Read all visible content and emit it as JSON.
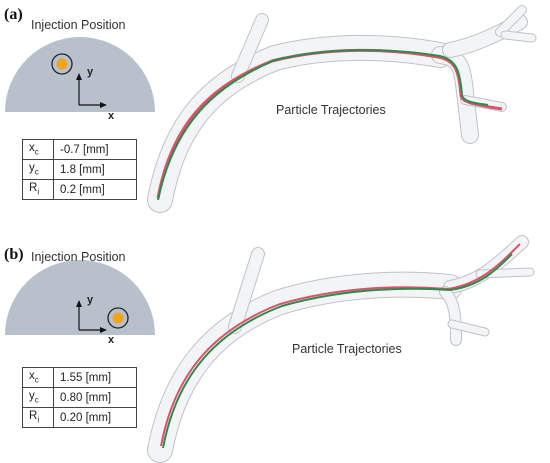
{
  "panels": [
    {
      "label": "(a)",
      "injection_title": "Injection Position",
      "axis_x": "x",
      "axis_y": "y",
      "trajectory_label": "Particle Trajectories",
      "params": [
        {
          "sym": "x",
          "sub": "c",
          "value": "-0.7 [mm]"
        },
        {
          "sym": "y",
          "sub": "c",
          "value": "1.8 [mm]"
        },
        {
          "sym": "R",
          "sub": "i",
          "value": "0.2 [mm]"
        }
      ]
    },
    {
      "label": "(b)",
      "injection_title": "Injection Position",
      "axis_x": "x",
      "axis_y": "y",
      "trajectory_label": "Particle Trajectories",
      "params": [
        {
          "sym": "x",
          "sub": "c",
          "value": "1.55 [mm]"
        },
        {
          "sym": "y",
          "sub": "c",
          "value": "0.80 [mm]"
        },
        {
          "sym": "R",
          "sub": "i",
          "value": "0.20 [mm]"
        }
      ]
    }
  ],
  "colors": {
    "cross_section": "#b8c0cc",
    "vessel": "#f3f4f5",
    "vessel_outline": "#bfc3c8",
    "trajectory_red": "#d9546a",
    "trajectory_green": "#2f8a4e",
    "injection_dot": "#f2a51a"
  }
}
